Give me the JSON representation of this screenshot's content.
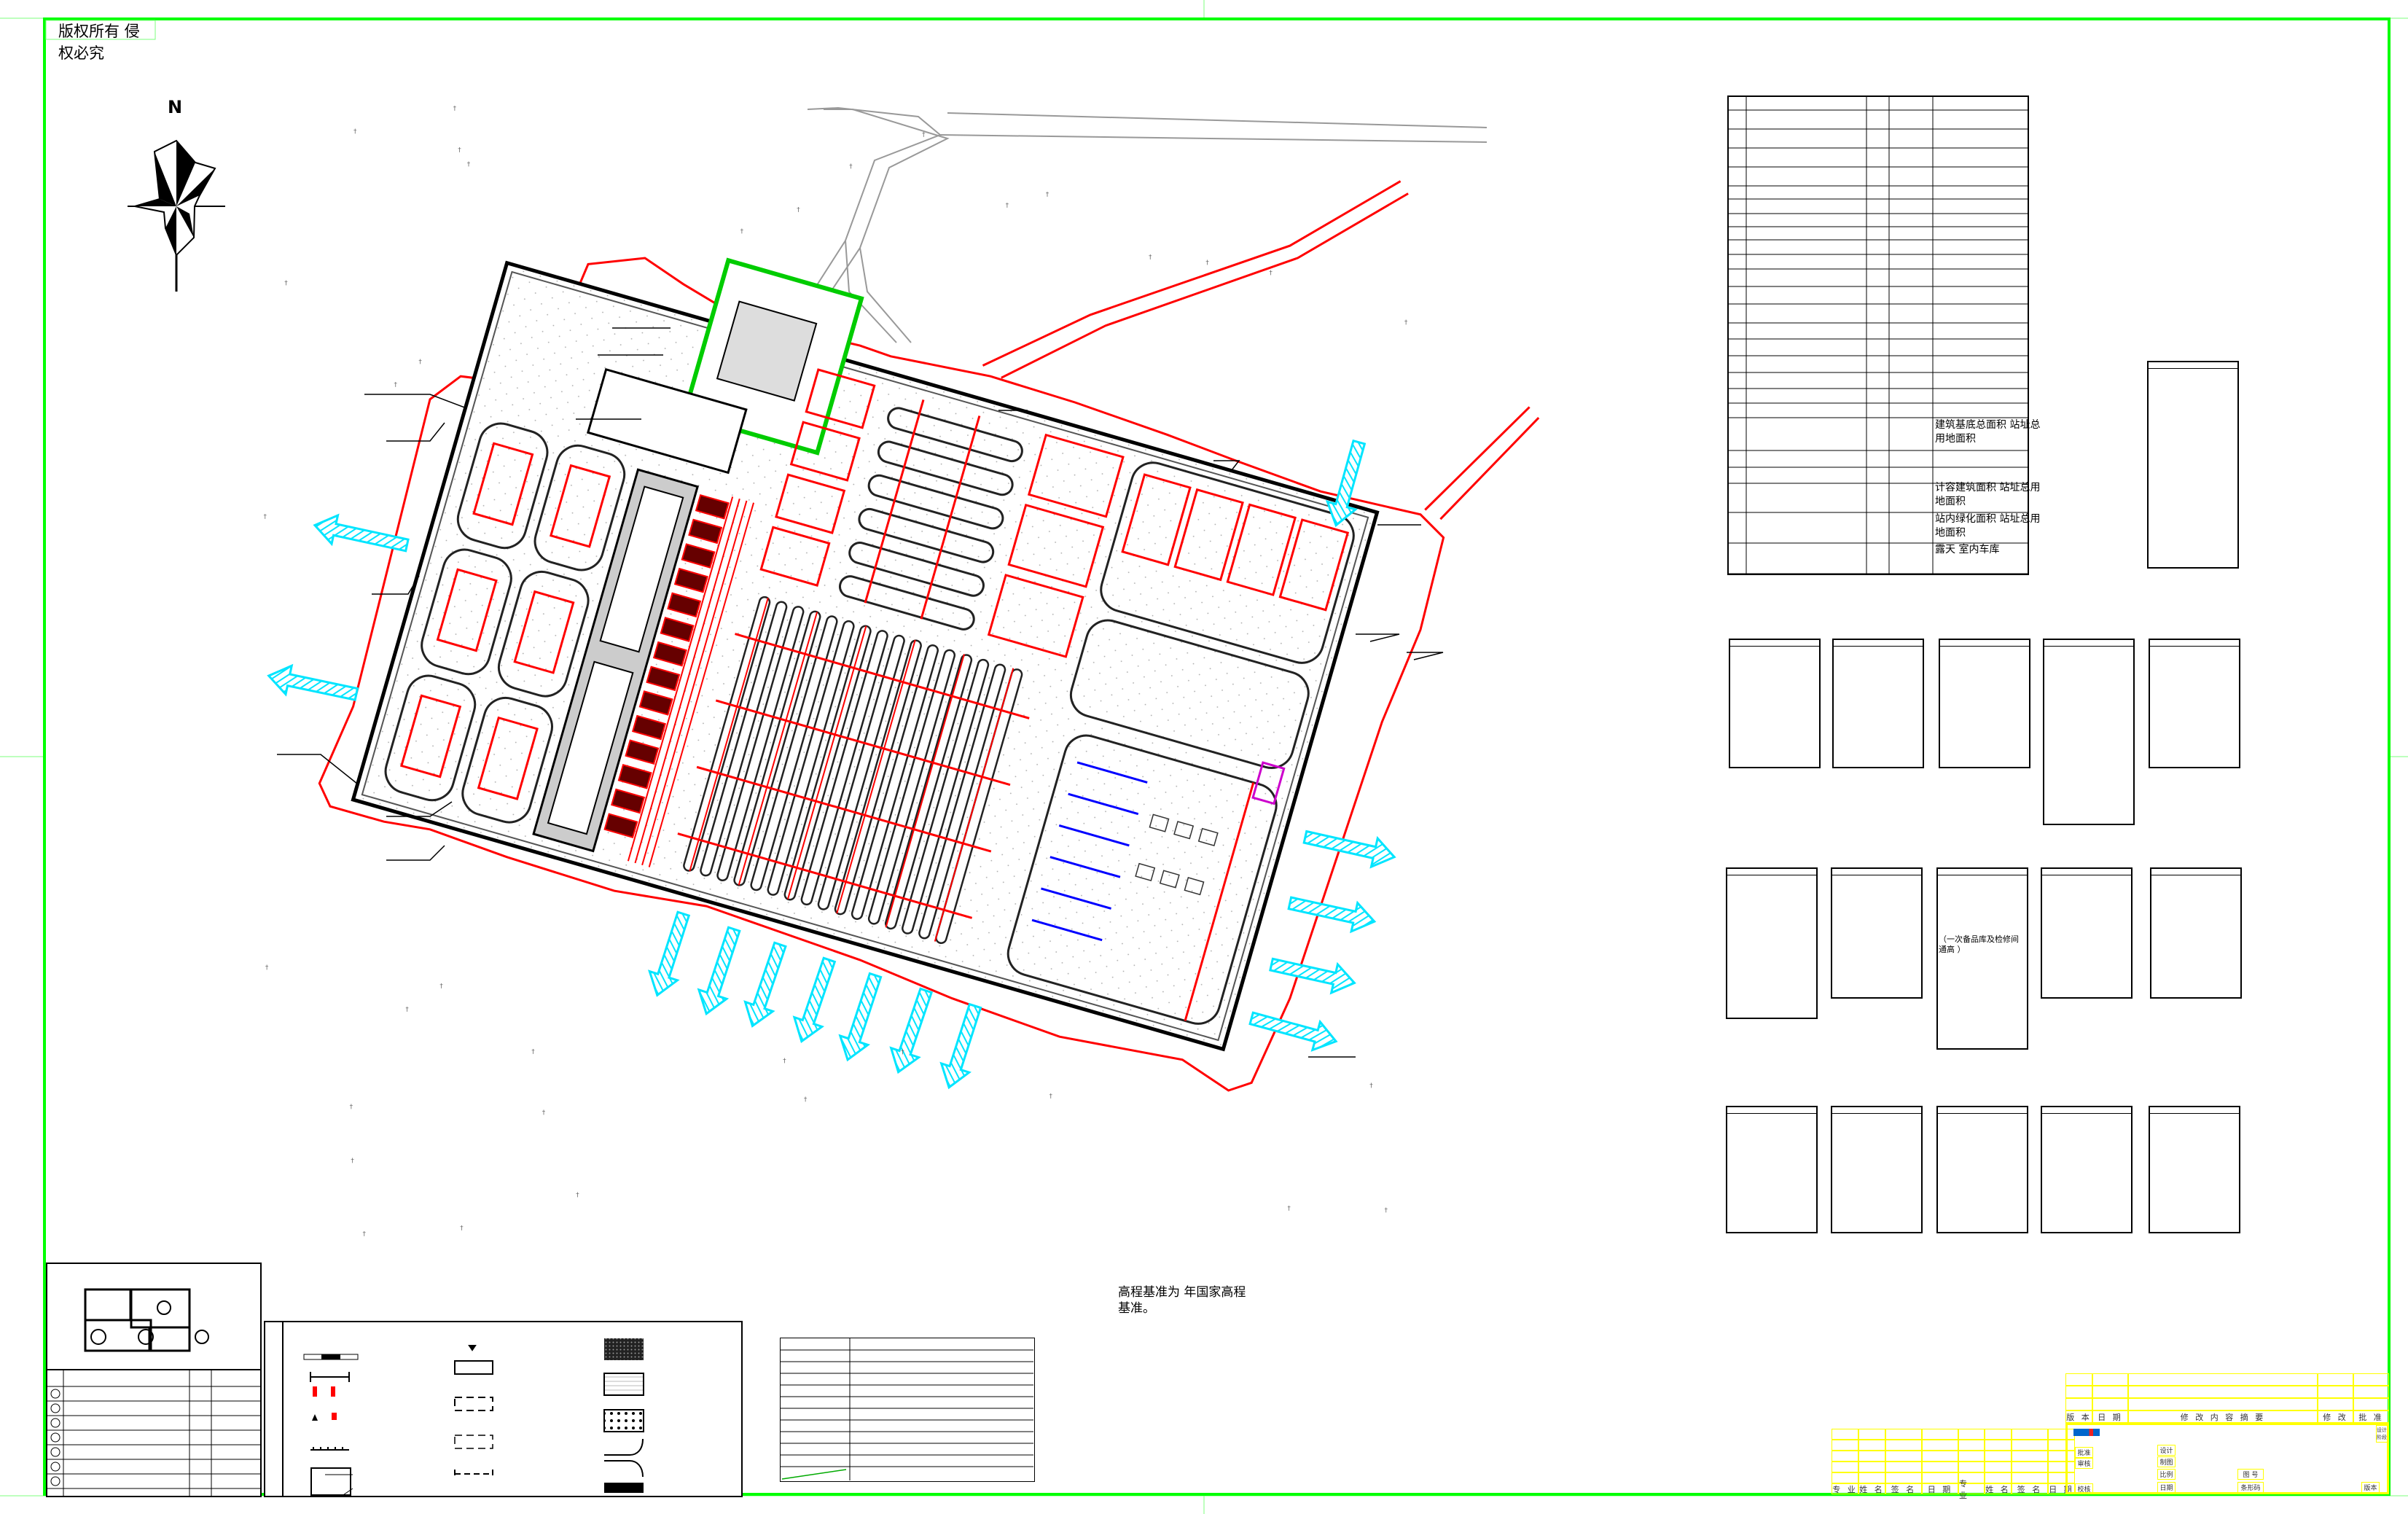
{
  "copyright": {
    "line1": "版权所有 侵",
    "line2": "权必究"
  },
  "north_label": "N",
  "summary_table": {
    "rows": [
      "建筑基底总面积  站址总用地面积",
      "计容建筑面积  站址总用地面积",
      "站内绿化面积  站址总用地面积",
      "露天  室内车库"
    ]
  },
  "small_table_note": "（一次备品库及检修间通高        ）",
  "elevation_note": "高程基准为        年国家高程基准。",
  "title_block": {
    "revision_headers": [
      "版 本",
      "日 期",
      "修 改 内 容 摘 要",
      "修 改",
      "批 准"
    ],
    "sign_headers": [
      "专 业",
      "姓 名",
      "签 名",
      "日 期",
      "专 业",
      "姓 名",
      "签 名",
      "日 期"
    ],
    "labels": {
      "approve": "批准",
      "review": "审核",
      "check": "校核",
      "design": "设计",
      "draw": "制图",
      "scale": "比例",
      "date": "日期",
      "drawing_no": "图  号",
      "barcode": "条形码",
      "version": "版本",
      "design_stage": "设计阶段"
    }
  },
  "colors": {
    "border": "#00ff00",
    "fence": "#ff0000",
    "arrow": "#00ffff",
    "titleblock": "#ffff00",
    "logo": "#0066cc"
  }
}
